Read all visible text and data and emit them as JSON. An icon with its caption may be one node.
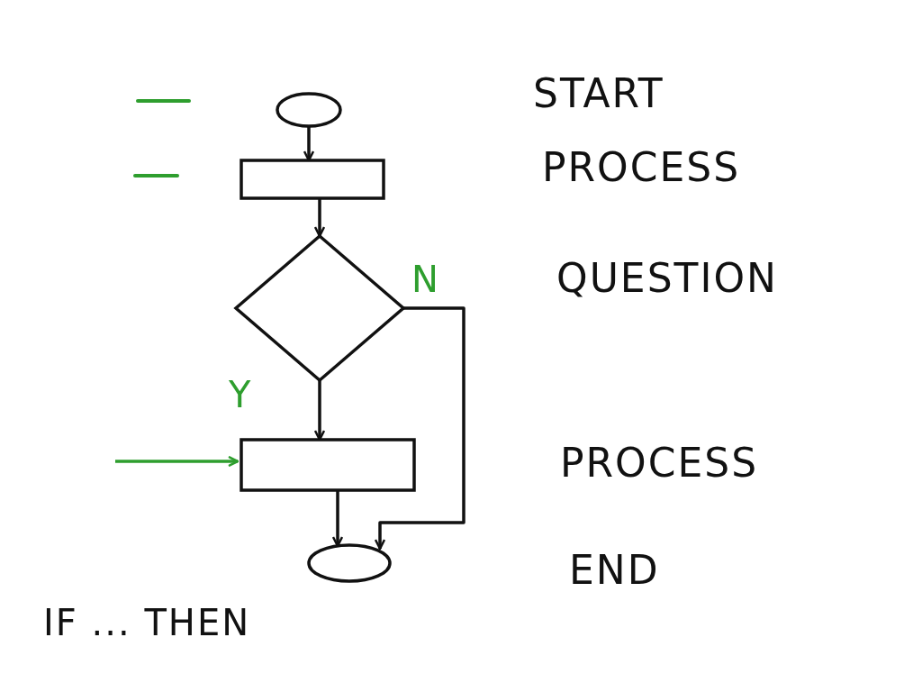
{
  "diagram": {
    "nodes": [
      {
        "text": [],
        "shape": "circle"
      },
      {
        "text": [],
        "shape": "box"
      },
      {
        "text": [],
        "shape": "diamond"
      },
      {
        "text": [],
        "shape": "box"
      },
      {
        "text": [],
        "shape": "circle"
      }
    ],
    "edges": [
      {
        "from": 0,
        "to": 1,
        "arrow": "to"
      },
      {
        "from": 1,
        "to": 2,
        "arrow": "to"
      },
      {
        "from": 2,
        "to": 3,
        "arrow": "to",
        "label": "Y"
      },
      {
        "from": 2,
        "to": 4,
        "arrow": "to",
        "label": "N"
      },
      {
        "from": 3,
        "to": 4,
        "arrow": "to"
      },
      {
        "from": null,
        "to": 3,
        "arrow": "to",
        "color": "#2e9e2e"
      }
    ],
    "labels": [
      "START",
      "PROCESS",
      "QUESTION",
      "PROCESS",
      "END",
      "IF ... THEN"
    ]
  }
}
